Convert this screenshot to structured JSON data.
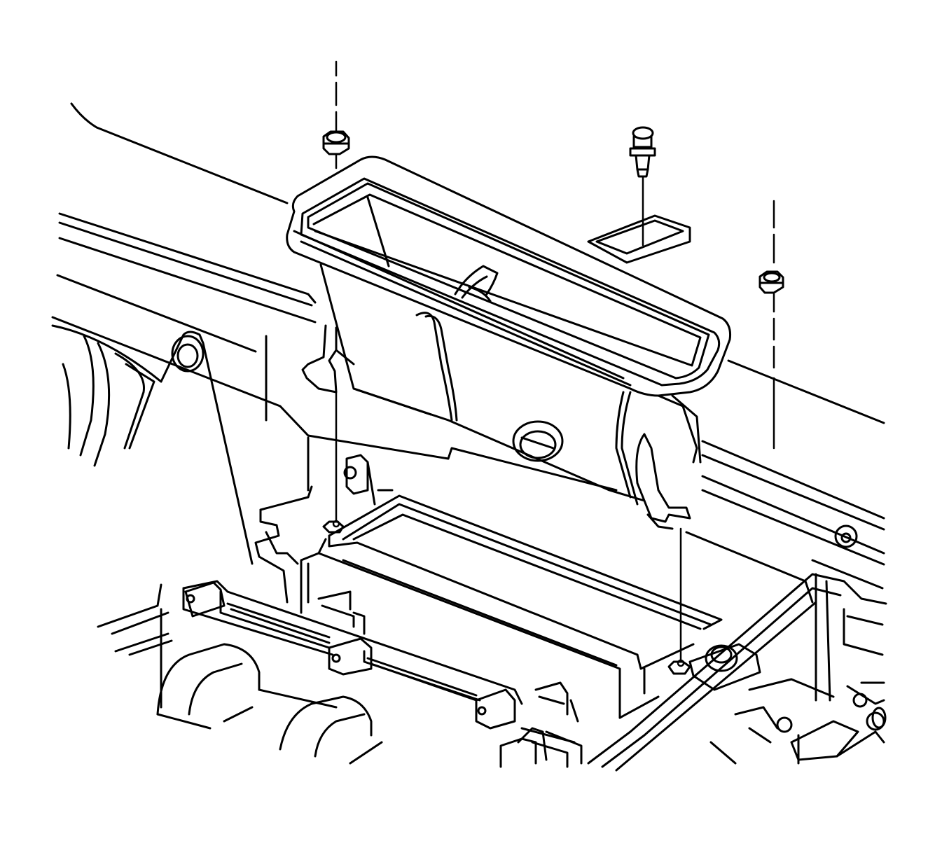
{
  "diagram": {
    "style": {
      "stroke": "#000000",
      "background": "#ffffff"
    },
    "parts": [
      "flange-nut-left",
      "push-pin-retainer",
      "flange-nut-right",
      "air-intake-duct",
      "air-cleaner-housing",
      "air-filter-element",
      "cowl-panel",
      "intake-manifold"
    ]
  }
}
